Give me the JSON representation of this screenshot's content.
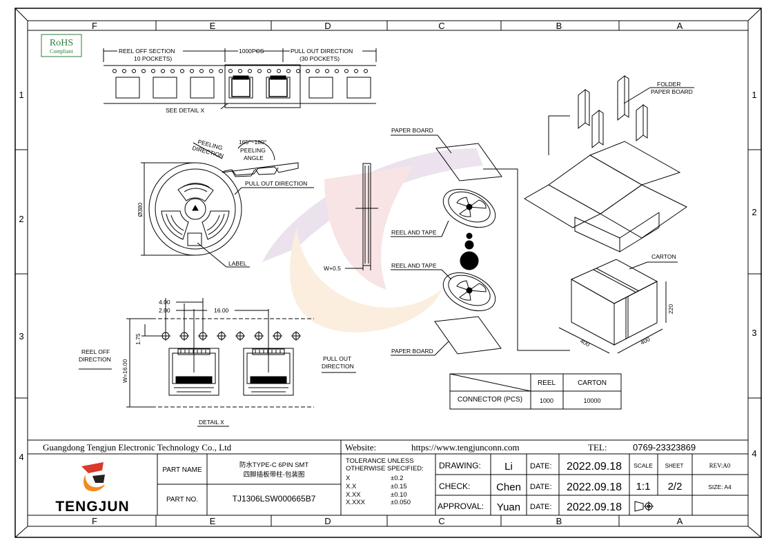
{
  "columns": [
    "F",
    "E",
    "D",
    "C",
    "B",
    "A"
  ],
  "rows": [
    "1",
    "2",
    "3",
    "4"
  ],
  "rohs": {
    "line1": "RoHS",
    "line2": "Compliant"
  },
  "tape_detail": {
    "reel_off_section": "REEL OFF SECTION",
    "reel_off_pockets": "10 POCKETS)",
    "pcs": "1000PCS",
    "pull_out": "PULL OUT DIRECTION",
    "pull_out_pockets": "(30 POCKETS)",
    "see_detail": "SEE DETAIL X"
  },
  "reel": {
    "peeling_direction_1": "PEELING",
    "peeling_direction_2": "DIRECTION",
    "angle": "165°~180°",
    "peeling_angle_1": "PEELING",
    "peeling_angle_2": "ANGLE",
    "pull_out": "PULL OUT DIRECTION",
    "diameter": "Ø380",
    "label": "LABEL",
    "width": "W+0.5"
  },
  "detail_x": {
    "dim_400": "4.00",
    "dim_200": "2.00",
    "dim_1600": "16.00",
    "dim_175": "1.75",
    "dim_w": "W=16.00",
    "reel_off_1": "REEL OFF",
    "reel_off_2": "DIRECTION",
    "pull_out_1": "PULL OUT",
    "pull_out_2": "DIRECTION",
    "title": "DETAIL X"
  },
  "packing": {
    "paper_board_top": "PAPER BOARD",
    "reel_tape_1": "REEL AND TAPE",
    "reel_tape_2": "REEL AND TAPE",
    "paper_board_bottom": "PAPER BOARD",
    "folder_1": "FOLDER",
    "folder_2": "PAPER BOARD",
    "carton": "CARTON",
    "dim_220": "220",
    "dim_400a": "400",
    "dim_400b": "400"
  },
  "qty_table": {
    "col_reel": "REEL",
    "col_carton": "CARTON",
    "row_label": "CONNECTOR (PCS)",
    "reel_qty": "1000",
    "carton_qty": "10000"
  },
  "title_block": {
    "company": "Guangdong Tengjun Electronic Technology Co., Ltd",
    "website_label": "Website:",
    "website": "https://www.tengjunconn.com",
    "tel_label": "TEL:",
    "tel": "0769-23323869",
    "logo_text": "TENGJUN",
    "part_name_label": "PART NAME",
    "part_name_1": "防水TYPE-C 6PIN SMT",
    "part_name_2": "四脚插板带柱-包装图",
    "part_no_label": "PART NO.",
    "part_no": "TJ1306LSW000665B7",
    "tol_1": "TOLERANCE  UNLESS",
    "tol_2": "OTHERWISE  SPECIFIED:",
    "tol_rows": [
      {
        "k": "X",
        "v": "±0.2"
      },
      {
        "k": "X.X",
        "v": "±0.15"
      },
      {
        "k": "X.XX",
        "v": "±0.10"
      },
      {
        "k": "X.XXX",
        "v": "±0.050"
      }
    ],
    "drawing_label": "DRAWING:",
    "drawing_by": "Li",
    "check_label": "CHECK:",
    "check_by": "Chen",
    "approval_label": "APPROVAL:",
    "approval_by": "Yuan",
    "date_label": "DATE:",
    "date": "2022.09.18",
    "scale_label": "SCALE",
    "scale": "1:1",
    "sheet_label": "SHEET",
    "sheet": "2/2",
    "rev": "REV:A0",
    "size": "SIZE: A4"
  },
  "colors": {
    "logo_red": "#d93a2b",
    "logo_orange": "#f28a1e",
    "logo_dark": "#222222",
    "watermark_purple": "#b99bc6",
    "watermark_orange": "#f3c68a"
  }
}
